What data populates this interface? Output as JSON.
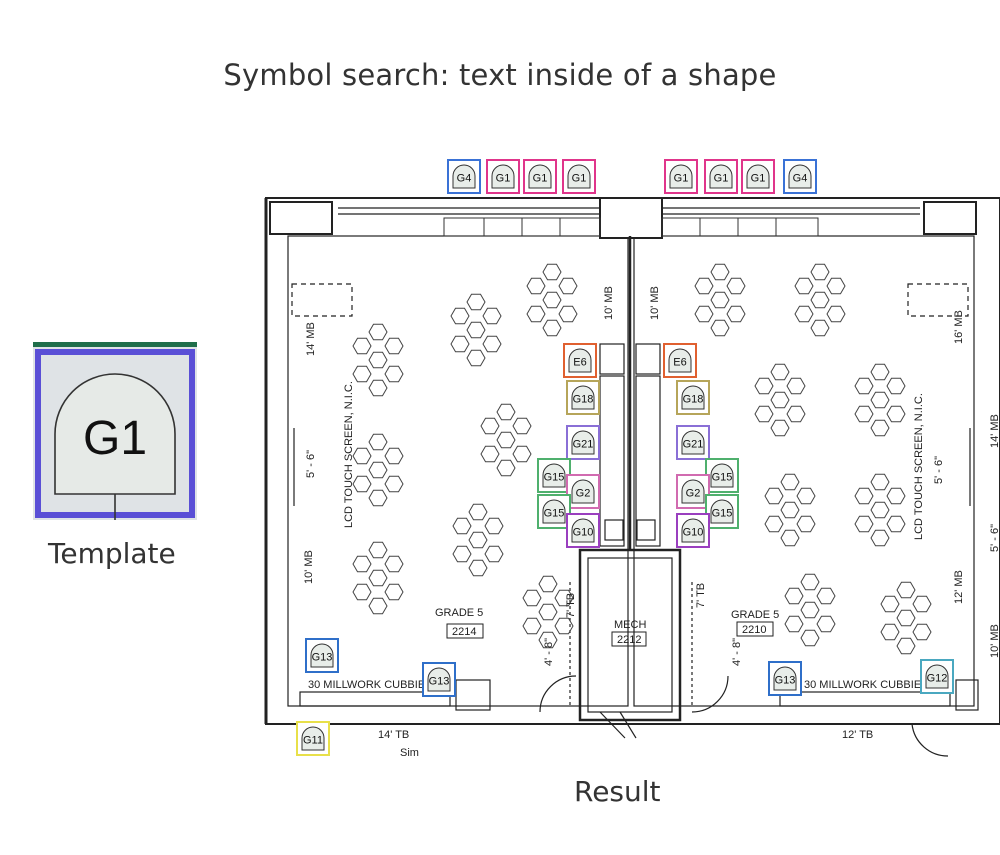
{
  "title": "Symbol search: text inside of a shape",
  "template": {
    "caption": "Template",
    "symbol_text": "G1",
    "border_color": "#5a4fd6",
    "accent_color": "#1f6e4a"
  },
  "result": {
    "caption": "Result",
    "colors": {
      "G1": "#e0358b",
      "G4": "#3a72d6",
      "E6": "#e06030",
      "G18": "#b6a55a",
      "G21": "#8a6fd6",
      "G15": "#4fb06d",
      "G2": "#d16bb0",
      "G10": "#9a3fbf",
      "G13": "#2f6fc9",
      "G11": "#e8e04a",
      "G12": "#4aa8c0"
    },
    "room_labels": {
      "left_grade": "GRADE 5",
      "left_room": "2214",
      "right_grade": "GRADE 5",
      "right_room": "2210",
      "mech": "MECH",
      "mech_room": "2212",
      "left_cubbies": "30 MILLWORK CUBBIES",
      "right_cubbies": "30 MILLWORK CUBBIES",
      "left_lcd": "LCD TOUCH SCREEN, N.I.C.",
      "right_lcd": "LCD TOUCH SCREEN, N.I.C.",
      "left_14mb": "14' MB",
      "left_10mb": "10' MB",
      "left_10mb_center": "10' MB",
      "right_10mb_center": "10' MB",
      "right_16mb": "16' MB",
      "right_12mb": "12' MB",
      "right_14mb": "14' MB",
      "right_10mb_edge": "10' MB",
      "left_dim": "5' - 6\"",
      "right_dim": "5' - 6\"",
      "right_dim_edge": "5' - 6\"",
      "left_7tb": "7' TB",
      "right_7tb": "7' TB",
      "left_48": "4' - 8\"",
      "right_48": "4' - 8\"",
      "bottom_14tb": "14' TB",
      "bottom_12tb": "12' TB",
      "bottom_sim": "Sim"
    },
    "matches": [
      {
        "label": "G4"
      },
      {
        "label": "G1"
      },
      {
        "label": "G1"
      },
      {
        "label": "G1"
      },
      {
        "label": "G1"
      },
      {
        "label": "G1"
      },
      {
        "label": "G1"
      },
      {
        "label": "G4"
      },
      {
        "label": "E6"
      },
      {
        "label": "G18"
      },
      {
        "label": "G21"
      },
      {
        "label": "G15"
      },
      {
        "label": "G2"
      },
      {
        "label": "G15"
      },
      {
        "label": "G10"
      },
      {
        "label": "E6"
      },
      {
        "label": "G18"
      },
      {
        "label": "G21"
      },
      {
        "label": "G15"
      },
      {
        "label": "G2"
      },
      {
        "label": "G15"
      },
      {
        "label": "G10"
      },
      {
        "label": "G13"
      },
      {
        "label": "G13"
      },
      {
        "label": "G13"
      },
      {
        "label": "G12"
      },
      {
        "label": "G11"
      }
    ]
  }
}
